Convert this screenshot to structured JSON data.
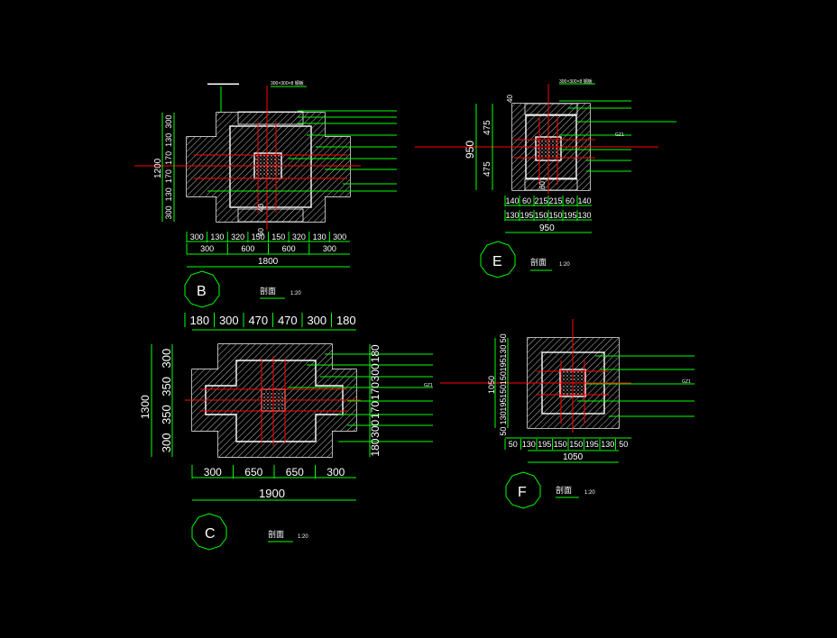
{
  "colors": {
    "background": "#000000",
    "lines": "#ffffff",
    "dimensions": "#00ff00",
    "axes": "#ff0000",
    "markers": "#00ff00"
  },
  "sectionB": {
    "letter": "B",
    "caption": "剖面",
    "scale": "1:20",
    "top_dims_row1": [
      "300",
      "130",
      "320",
      "150",
      "150",
      "320",
      "130",
      "300"
    ],
    "top_dims_row2": [
      "300",
      "600",
      "600",
      "300"
    ],
    "total_width": "1800",
    "left_dims": [
      "300",
      "130",
      "170",
      "170",
      "130",
      "300"
    ],
    "left_total": "1200",
    "inner_dims": [
      "40",
      "60"
    ],
    "top_note": "300×300×8 钢板"
  },
  "sectionE": {
    "letter": "E",
    "caption": "剖面",
    "scale": "1:20",
    "top_dims_row1": [
      "140",
      "60",
      "215",
      "215",
      "60",
      "140"
    ],
    "top_dims_row2": [
      "130",
      "195",
      "150",
      "150",
      "195",
      "130"
    ],
    "total_width": "950",
    "left_dims": [
      "475",
      "475"
    ],
    "left_total": "950",
    "inner_dims": [
      "40",
      "60"
    ],
    "top_note": "300×300×8 钢板",
    "callout_gz": "GZ1"
  },
  "sectionC": {
    "letter": "C",
    "caption": "剖面",
    "scale": "1:20",
    "top_dims": [
      "180",
      "300",
      "470",
      "470",
      "300",
      "180"
    ],
    "bottom_dims": [
      "300",
      "650",
      "650",
      "300"
    ],
    "total_width": "1900",
    "left_dims": [
      "300",
      "350",
      "350",
      "300"
    ],
    "left_total": "1300",
    "right_dims": [
      "180",
      "300",
      "170",
      "170",
      "300",
      "180"
    ],
    "callout_gz": "GZ1"
  },
  "sectionF": {
    "letter": "F",
    "caption": "剖面",
    "scale": "1:20",
    "bottom_dims": [
      "50",
      "130",
      "195",
      "150",
      "150",
      "195",
      "130",
      "50"
    ],
    "total_width": "1050",
    "left_dims": [
      "50",
      "130",
      "195",
      "150",
      "150",
      "195",
      "130",
      "50"
    ],
    "left_total": "1050",
    "callout_gz": "GZ1"
  }
}
